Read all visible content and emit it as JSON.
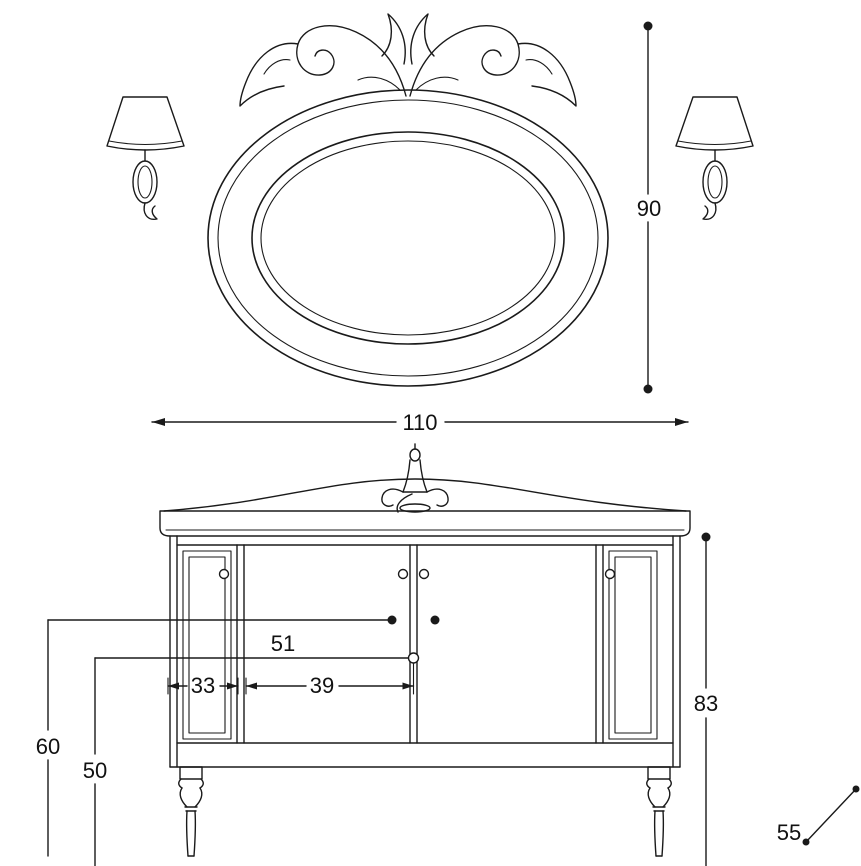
{
  "dimensions": {
    "mirror_height": "90",
    "overall_width": "110",
    "center_offset": "51",
    "left_section_width": "33",
    "door_width": "39",
    "height_outer": "60",
    "height_inner": "50",
    "cabinet_height": "83",
    "depth": "55"
  }
}
